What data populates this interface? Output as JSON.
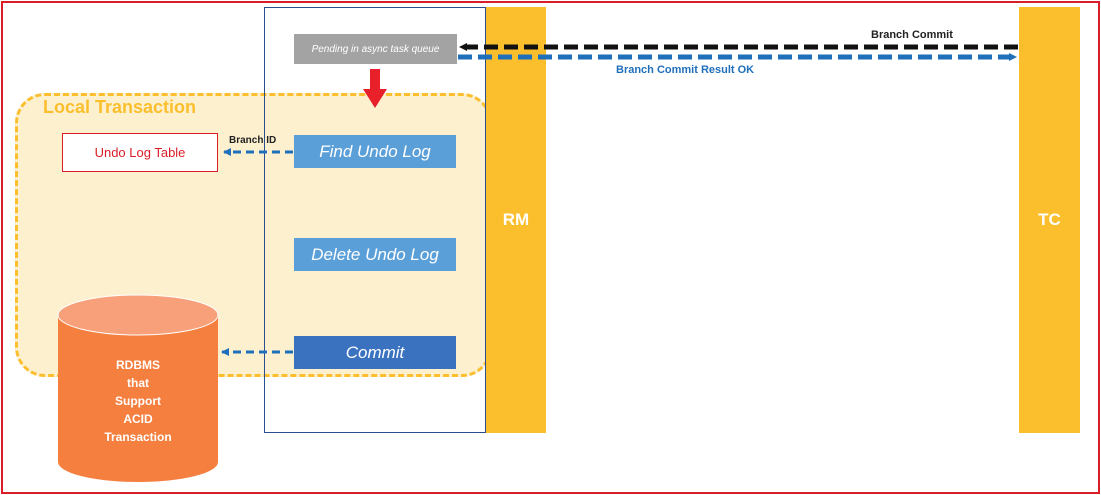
{
  "participants": {
    "rm": "RM",
    "tc": "TC"
  },
  "local_transaction": {
    "label": "Local Transaction"
  },
  "steps": {
    "pending": "Pending in async task queue",
    "find": "Find Undo Log",
    "delete": "Delete Undo Log",
    "commit": "Commit"
  },
  "undo_log_table": "Undo Log Table",
  "database": {
    "lines": [
      "RDBMS",
      "that",
      "Support",
      "ACID",
      "Transaction"
    ]
  },
  "messages": {
    "branch_commit": "Branch Commit",
    "branch_commit_result": "Branch Commit Result OK",
    "branch_id": "Branch ID"
  },
  "colors": {
    "frame": "#d81e28",
    "lifeline": "#fbbf2e",
    "local_tx_fill": "#fdf0cf",
    "step_blue": "#5b9fd9",
    "commit_blue": "#3a72c0",
    "pending_gray": "#a3a3a3",
    "dashed_blue": "#1f6fba",
    "db_orange": "#f47f3f",
    "arrow_red": "#e8202a"
  }
}
